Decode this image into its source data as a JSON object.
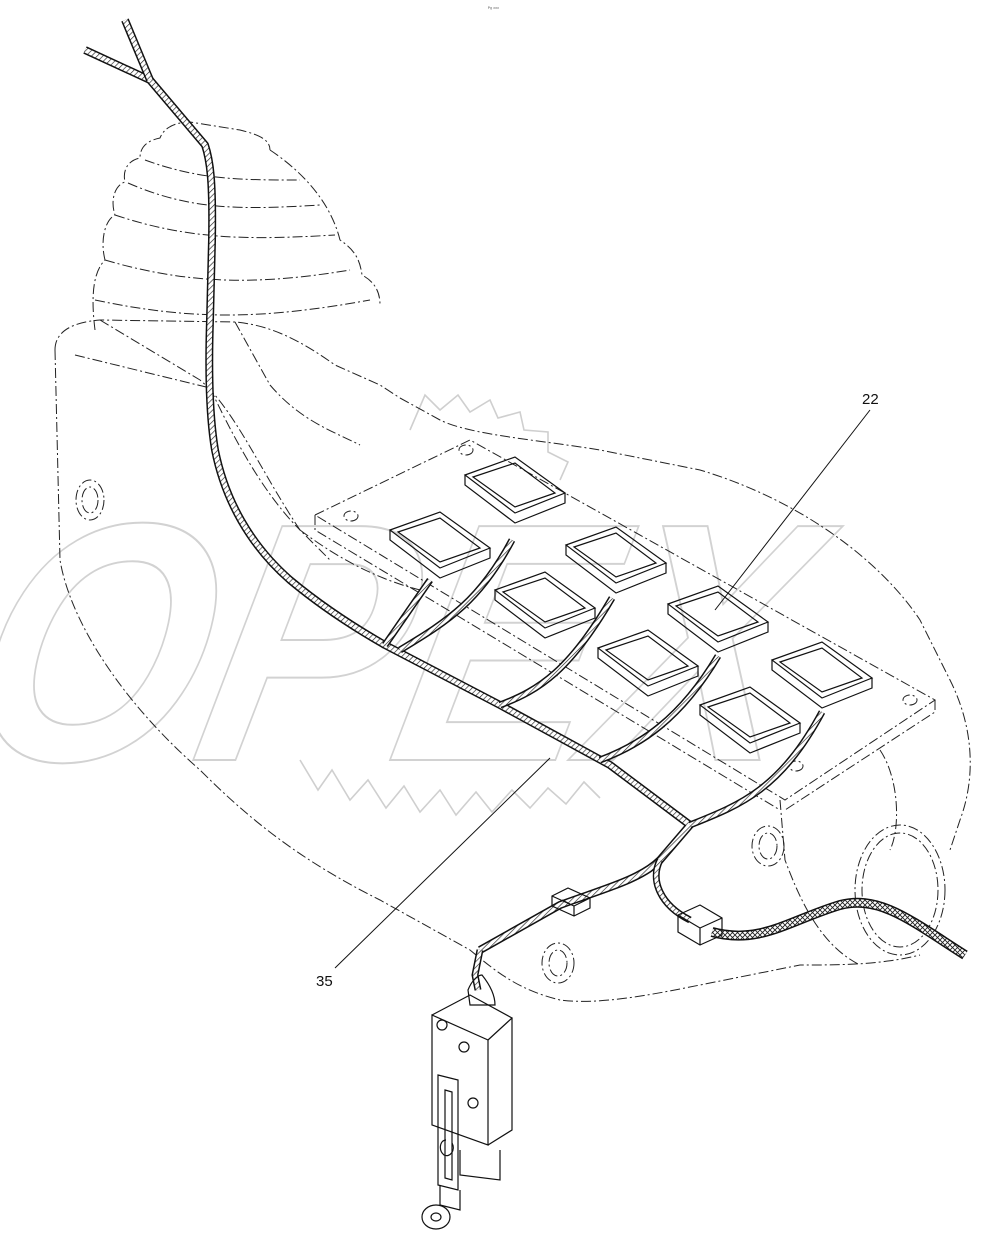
{
  "diagram": {
    "header_text": "ᴾᵍ ᵒᵒᵒ",
    "callouts": [
      {
        "id": "callout-22",
        "text": "22"
      },
      {
        "id": "callout-35",
        "text": "35"
      }
    ],
    "watermark_text": "OPEX"
  },
  "colors": {
    "line": "#111111",
    "watermark": "#cfcfcf",
    "background": "#ffffff"
  }
}
